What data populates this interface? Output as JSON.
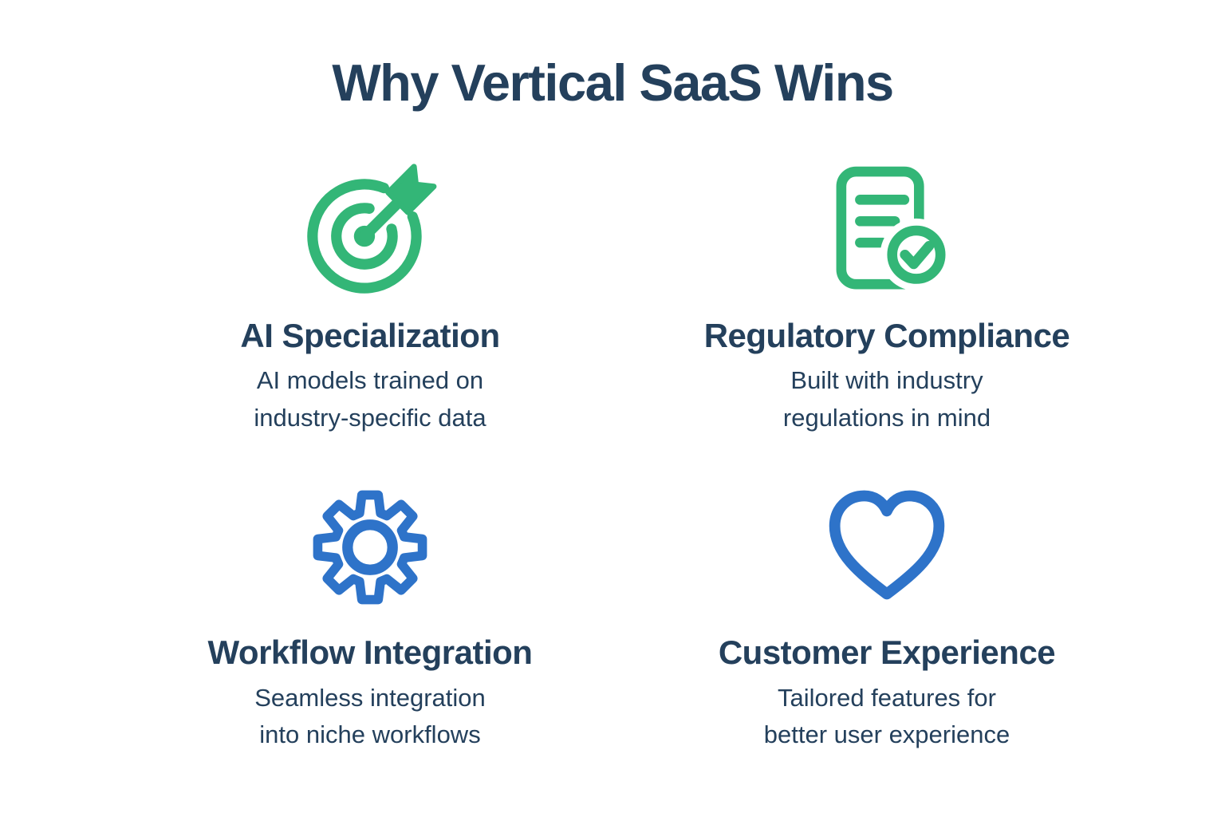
{
  "page": {
    "title": "Why Vertical SaaS Wins"
  },
  "colors": {
    "background": "#ffffff",
    "text": "#24405c",
    "green": "#33b677",
    "blue": "#2e73c9"
  },
  "features": [
    {
      "id": "ai-specialization",
      "icon": "target-icon",
      "icon_color": "#33b677",
      "heading": "AI Specialization",
      "description": "AI models trained on\nindustry-specific data"
    },
    {
      "id": "regulatory-compliance",
      "icon": "document-check-icon",
      "icon_color": "#33b677",
      "heading": "Regulatory Compliance",
      "description": "Built with industry\nregulations in mind"
    },
    {
      "id": "workflow-integration",
      "icon": "gear-icon",
      "icon_color": "#2e73c9",
      "heading": "Workflow Integration",
      "description": "Seamless integration\ninto niche workflows"
    },
    {
      "id": "customer-experience",
      "icon": "heart-icon",
      "icon_color": "#2e73c9",
      "heading": "Customer Experience",
      "description": "Tailored features for\nbetter user experience"
    }
  ]
}
